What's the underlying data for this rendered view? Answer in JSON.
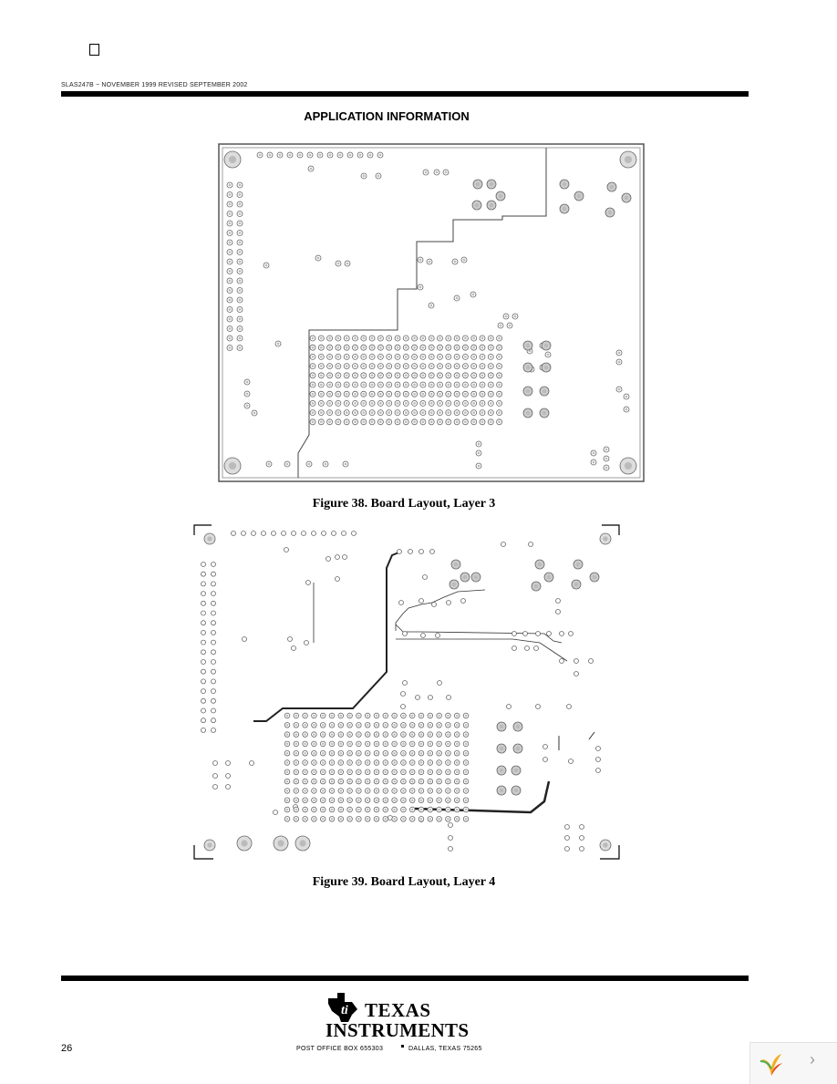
{
  "header": {
    "doc_id": "SLAS247B − NOVEMBER 1999 REVISED SEPTEMBER 2002"
  },
  "section_title": "APPLICATION INFORMATION",
  "figures": [
    {
      "caption": "Figure 38. Board Layout, Layer 3"
    },
    {
      "caption": "Figure 39. Board Layout, Layer 4"
    }
  ],
  "footer": {
    "page_number": "26",
    "company_line1": "TEXAS",
    "company_line2": "INSTRUMENTS",
    "address_po": "POST OFFICE BOX 655303",
    "address_city": "DALLAS, TEXAS 75265"
  },
  "viewer": {
    "next_icon": "chevron-right-icon",
    "badge_icon": "leaf-logo-icon"
  }
}
